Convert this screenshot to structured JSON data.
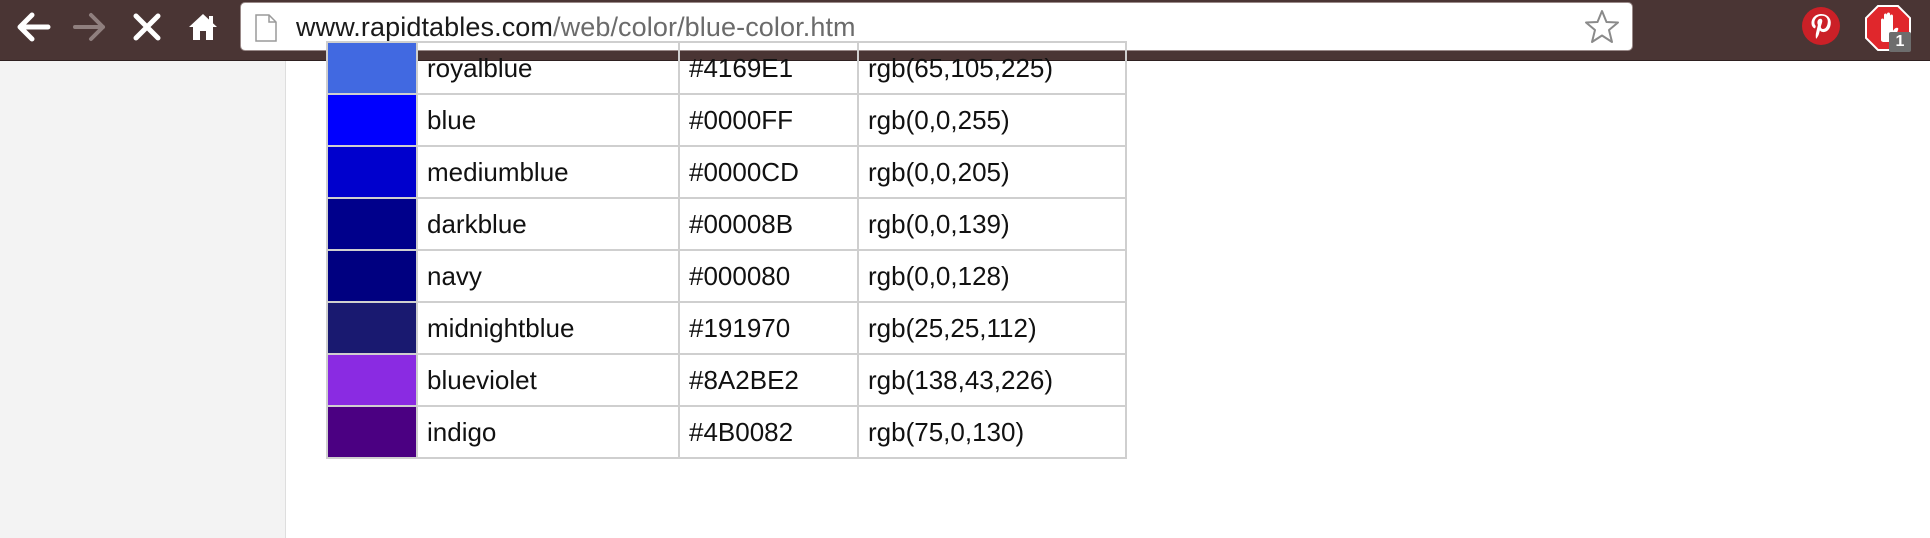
{
  "browser": {
    "url_host": "www.rapidtables.com",
    "url_path": "/web/color/blue-color.htm",
    "icons": {
      "back": "arrow-left-icon",
      "forward": "arrow-right-icon",
      "stop": "close-icon",
      "home": "home-icon",
      "page": "page-icon",
      "bookmark": "star-icon",
      "pinterest": "pinterest-icon",
      "adblock": "adblock-hand-icon"
    },
    "adblock_badge": "1",
    "toolbar_color": "#4a3534"
  },
  "colors_table": {
    "rows": [
      {
        "name": "royalblue",
        "hex": "#4169E1",
        "rgb": "rgb(65,105,225)"
      },
      {
        "name": "blue",
        "hex": "#0000FF",
        "rgb": "rgb(0,0,255)"
      },
      {
        "name": "mediumblue",
        "hex": "#0000CD",
        "rgb": "rgb(0,0,205)"
      },
      {
        "name": "darkblue",
        "hex": "#00008B",
        "rgb": "rgb(0,0,139)"
      },
      {
        "name": "navy",
        "hex": "#000080",
        "rgb": "rgb(0,0,128)"
      },
      {
        "name": "midnightblue",
        "hex": "#191970",
        "rgb": "rgb(25,25,112)"
      },
      {
        "name": "blueviolet",
        "hex": "#8A2BE2",
        "rgb": "rgb(138,43,226)"
      },
      {
        "name": "indigo",
        "hex": "#4B0082",
        "rgb": "rgb(75,0,130)"
      }
    ]
  }
}
